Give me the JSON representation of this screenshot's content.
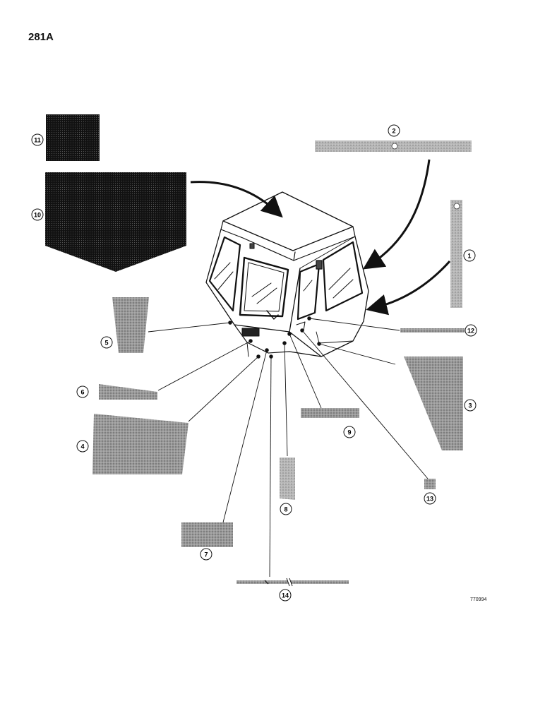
{
  "page_number": "281A",
  "figure_code": "770994",
  "callouts": [
    "1",
    "2",
    "3",
    "4",
    "5",
    "6",
    "7",
    "8",
    "9",
    "10",
    "11",
    "12",
    "13",
    "14"
  ],
  "colors": {
    "ink": "#111111",
    "panel_dark": "#1c1c1c",
    "panel_gray": "#8a8a8a",
    "panel_light": "#b5b5b5"
  }
}
